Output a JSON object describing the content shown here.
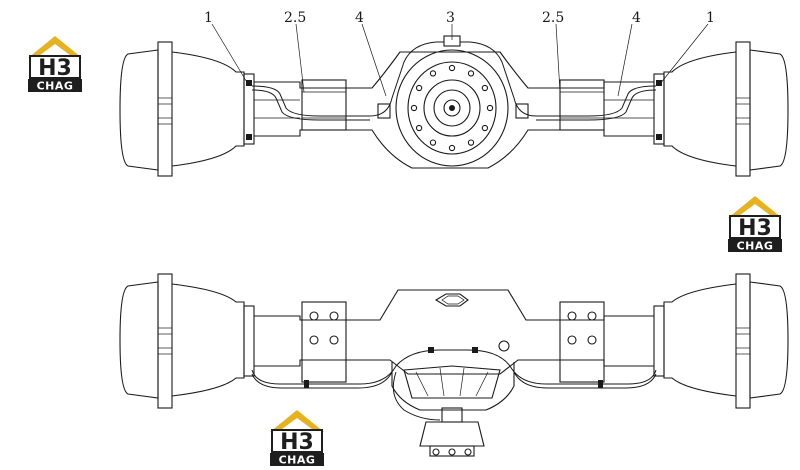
{
  "callouts": {
    "top_left_1": "1",
    "top_left_25": "2.5",
    "top_left_4": "4",
    "top_center_3": "3",
    "top_right_25": "2.5",
    "top_right_4": "4",
    "top_right_1": "1"
  },
  "watermark": {
    "mark": "H3",
    "word": "CHAG",
    "accent_color": "#e7b21f",
    "dark_color": "#1e1e1e"
  }
}
